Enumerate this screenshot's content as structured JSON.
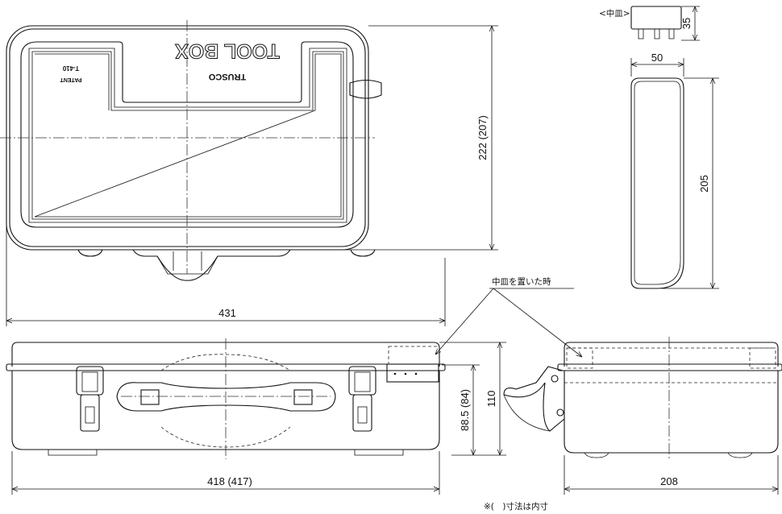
{
  "drawing": {
    "tray_label": "<中皿>",
    "emboss": {
      "title": "TOOL BOX",
      "brand": "TRUSCO",
      "patent": "PATENT",
      "model": "T-410"
    },
    "dimensions": {
      "tray_height": "35",
      "tray_width": "50",
      "tray_length": "205",
      "depth": "222 (207)",
      "overall_width": "431",
      "height": "110",
      "inner_height": "88.5 (84)",
      "width": "418 (417)",
      "side_depth": "208"
    },
    "callout": "中皿を置いた時",
    "note": "※(　)寸法は内寸"
  }
}
